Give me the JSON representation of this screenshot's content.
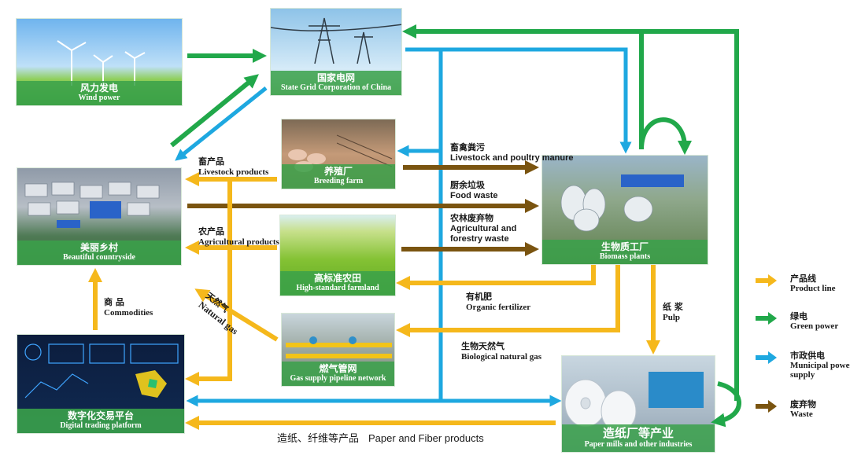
{
  "nodes": {
    "wind": {
      "zh": "风力发电",
      "en": "Wind power"
    },
    "grid": {
      "zh": "国家电网",
      "en": "State Grid Corporation of China"
    },
    "countryside": {
      "zh": "美丽乡村",
      "en": "Beautiful countryside"
    },
    "breeding": {
      "zh": "养殖厂",
      "en": "Breeding farm"
    },
    "biomass": {
      "zh": "生物质工厂",
      "en": "Biomass plants"
    },
    "farmland": {
      "zh": "高标准农田",
      "en": "High-standard farmland"
    },
    "gas": {
      "zh": "燃气管网",
      "en": "Gas supply pipeline network"
    },
    "trading": {
      "zh": "数字化交易平台",
      "en": "Digital trading platform"
    },
    "paper": {
      "zh": "造纸厂等产业",
      "en": "Paper mills and other industries"
    }
  },
  "labels": {
    "livestock_products": {
      "zh": "畜产品",
      "en": "Livestock products"
    },
    "manure": {
      "zh": "畜禽粪污",
      "en": "Livestock and poultry manure"
    },
    "food_waste": {
      "zh": "厨余垃圾",
      "en": "Food waste"
    },
    "agri_products": {
      "zh": "农产品",
      "en": "Agricultural products"
    },
    "forestry_waste": {
      "zh": "农林废弃物",
      "en": "Agricultural and forestry waste"
    },
    "natural_gas": {
      "zh": "天然气",
      "en": "Natural gas"
    },
    "fertilizer": {
      "zh": "有机肥",
      "en": "Organic fertilizer"
    },
    "commodities": {
      "zh": "商 品",
      "en": "Commodities"
    },
    "bio_gas": {
      "zh": "生物天然气",
      "en": "Biological natural gas"
    },
    "pulp": {
      "zh": "纸 浆",
      "en": "Pulp"
    },
    "paper_products": {
      "zh": "造纸、纤维等产品",
      "en": "Paper and Fiber products"
    }
  },
  "legend": [
    {
      "zh": "产品线",
      "en": "Product line",
      "color": "#f5b81c"
    },
    {
      "zh": "绿电",
      "en": "Green power",
      "color": "#21a84a"
    },
    {
      "zh": "市政供电",
      "en": "Municipal power supply",
      "color": "#1ea8e0"
    },
    {
      "zh": "废弃物",
      "en": "Waste",
      "color": "#7a5410"
    }
  ],
  "colors": {
    "product": "#f5b81c",
    "green": "#21a84a",
    "blue": "#1ea8e0",
    "waste": "#7a5410",
    "caption": "#3aa14a"
  }
}
